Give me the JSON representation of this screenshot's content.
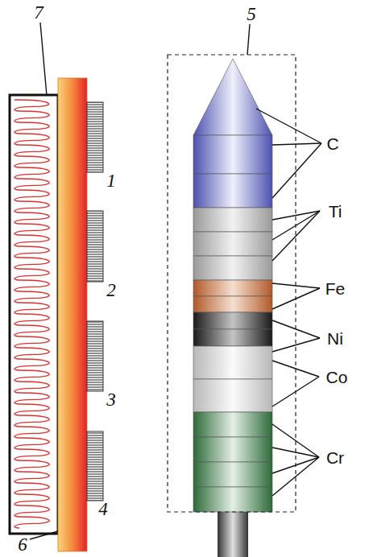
{
  "diagram": {
    "labels": [
      "7",
      "1",
      "2",
      "3",
      "4",
      "6",
      "5",
      "C",
      "Ti",
      "Fe",
      "Ni",
      "Co",
      "Cr"
    ]
  }
}
